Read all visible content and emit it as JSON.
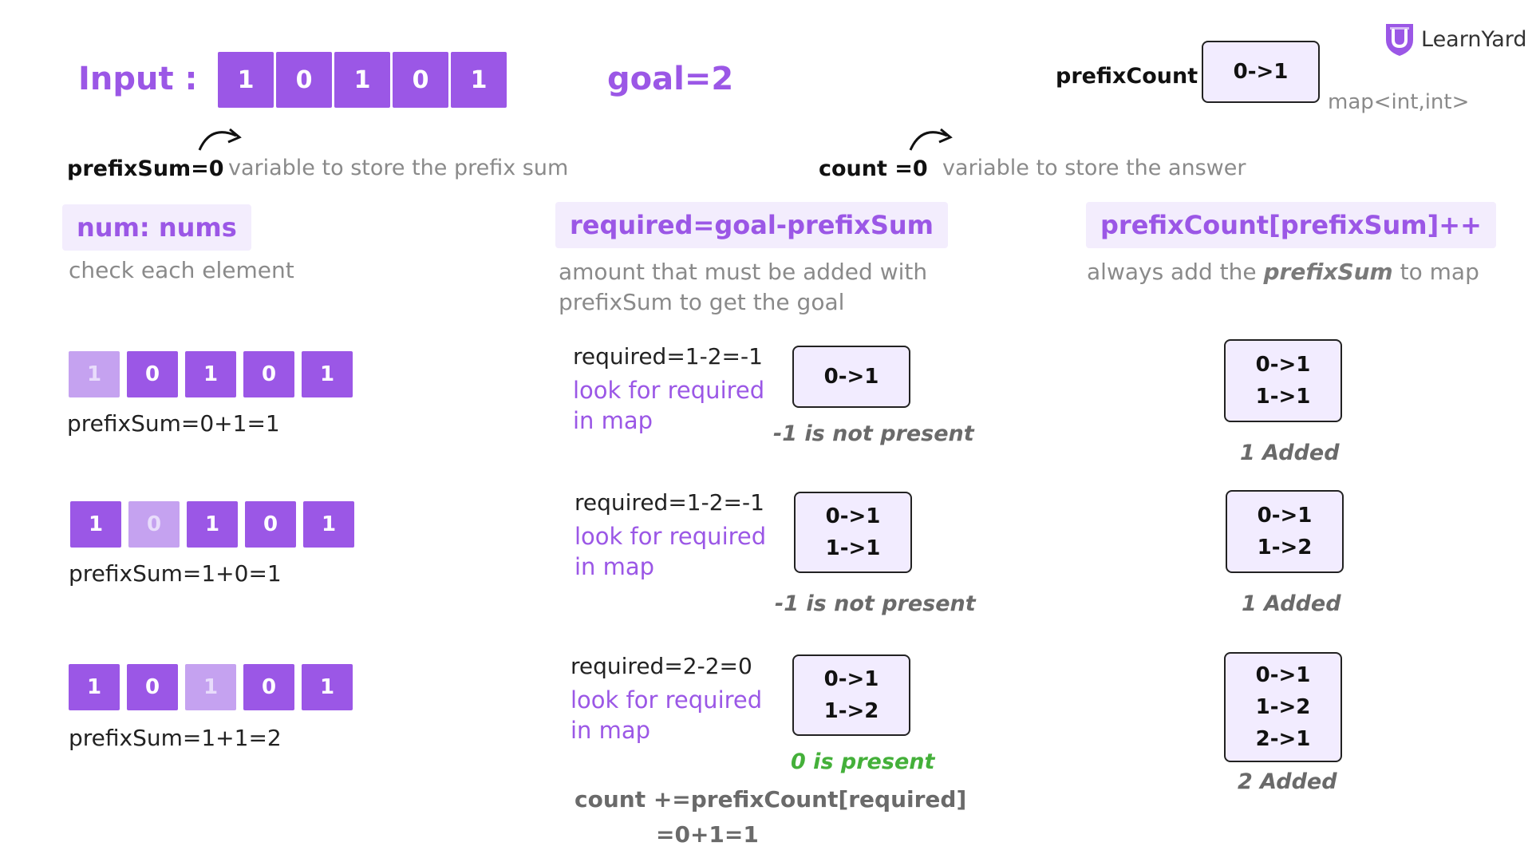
{
  "header": {
    "input_label": "Input :",
    "input_values": [
      "1",
      "0",
      "1",
      "0",
      "1"
    ],
    "goal": "goal=2",
    "prefix_count_label": "prefixCount",
    "prefix_count_box": "0->1",
    "map_type": "map<int,int>",
    "logo_text": "LearnYard"
  },
  "vars": {
    "prefix_sum": "prefixSum=0",
    "prefix_sum_desc": "variable to store the prefix sum",
    "count": "count =0",
    "count_desc": "variable to store the answer"
  },
  "columns": {
    "col1_title": "num: nums",
    "col1_desc": "check each element",
    "col2_title": "required=goal-prefixSum",
    "col2_desc_line1": "amount that must be added with",
    "col2_desc_line2": "prefixSum to get the goal",
    "col3_title": "prefixCount[prefixSum]++",
    "col3_desc_pre": "always add the ",
    "col3_desc_em": "prefixSum",
    "col3_desc_post": " to map"
  },
  "steps": [
    {
      "array": [
        "1",
        "0",
        "1",
        "0",
        "1"
      ],
      "highlight": 0,
      "prefix_sum": "prefixSum=0+1=1",
      "required": "required=1-2=-1",
      "look_line1": "look for required",
      "look_line2": "in map",
      "lookup_map": [
        "0->1"
      ],
      "lookup_note": "-1 is not present",
      "result_map": [
        "0->1",
        "1->1"
      ],
      "result_note": "1 Added"
    },
    {
      "array": [
        "1",
        "0",
        "1",
        "0",
        "1"
      ],
      "highlight": 1,
      "prefix_sum": "prefixSum=1+0=1",
      "required": "required=1-2=-1",
      "look_line1": "look for required",
      "look_line2": "in map",
      "lookup_map": [
        "0->1",
        "1->1"
      ],
      "lookup_note": "-1 is not present",
      "result_map": [
        "0->1",
        "1->2"
      ],
      "result_note": "1 Added"
    },
    {
      "array": [
        "1",
        "0",
        "1",
        "0",
        "1"
      ],
      "highlight": 2,
      "prefix_sum": "prefixSum=1+1=2",
      "required": "required=2-2=0",
      "look_line1": "look for required",
      "look_line2": "in map",
      "lookup_map": [
        "0->1",
        "1->2"
      ],
      "lookup_note": "0 is present",
      "result_map": [
        "0->1",
        "1->2",
        "2->1"
      ],
      "result_note": "2 Added",
      "count_line1": "count +=prefixCount[required]",
      "count_line2": "=0+1=1"
    }
  ],
  "colors": {
    "accent": "#9b57e6",
    "accent_light": "#c5a2f0",
    "tag_bg": "#f3edfd",
    "map_bg": "#f2ecff",
    "present_green": "#44b03a"
  }
}
